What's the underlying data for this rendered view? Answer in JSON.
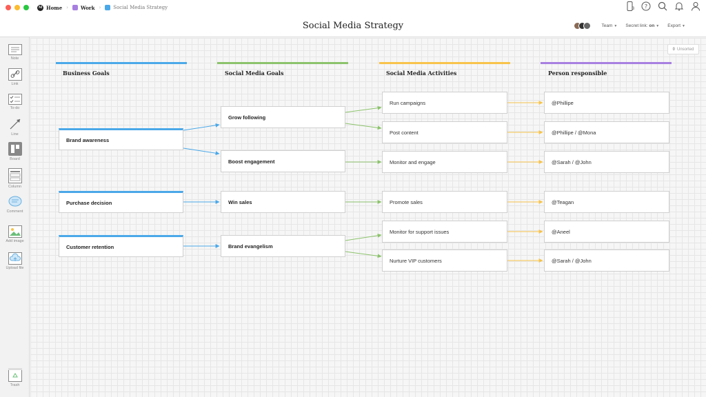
{
  "window": {
    "dots": [
      "#fc5f57",
      "#fdbc2e",
      "#28c840"
    ]
  },
  "breadcrumb": {
    "home": "Home",
    "work": "Work",
    "current": "Social Media Strategy",
    "logo": "M"
  },
  "topbar": {
    "device_count": "3"
  },
  "header": {
    "title": "Social Media Strategy",
    "team_label": "Team",
    "secret_link_label": "Secret link:",
    "secret_link_value": "on",
    "export_label": "Export"
  },
  "toolbar": {
    "items": [
      {
        "label": "Note",
        "icon": "note-icon"
      },
      {
        "label": "Link",
        "icon": "link-icon"
      },
      {
        "label": "To-do",
        "icon": "todo-icon"
      },
      {
        "label": "Line",
        "icon": "line-icon"
      },
      {
        "label": "Board",
        "icon": "board-icon"
      },
      {
        "label": "Column",
        "icon": "column-icon"
      },
      {
        "label": "Comment",
        "icon": "comment-icon"
      },
      {
        "label": "Add image",
        "icon": "image-icon"
      },
      {
        "label": "Upload file",
        "icon": "upload-icon"
      },
      {
        "label": "Trash",
        "icon": "trash-icon"
      }
    ]
  },
  "canvas": {
    "unsorted_count": "0",
    "unsorted_label": "Unsorted",
    "columns": [
      {
        "title": "Business Goals",
        "color": "#4aa8e8"
      },
      {
        "title": "Social Media Goals",
        "color": "#8cc36b"
      },
      {
        "title": "Social Media Activities",
        "color": "#f7c34a"
      },
      {
        "title": "Person responsible",
        "color": "#a77fe0"
      }
    ],
    "business_goals": [
      "Brand awareness",
      "Purchase decision",
      "Customer retention"
    ],
    "social_goals": [
      "Grow following",
      "Boost engagement",
      "Win sales",
      "Brand evangelism"
    ],
    "activities": [
      "Run campaigns",
      "Post content",
      "Monitor and engage",
      "Promote sales",
      "Monitor for support issues",
      "Nurture VIP customers"
    ],
    "people": [
      "@Phillipe",
      "@Phillipe / @Mona",
      "@Sarah / @John",
      "@Teagan",
      "@Aneel",
      "@Sarah / @John"
    ]
  },
  "colors": {
    "blue_arrow": "#4aa8e8",
    "green_arrow": "#8cc36b",
    "orange_arrow": "#f7c34a"
  }
}
